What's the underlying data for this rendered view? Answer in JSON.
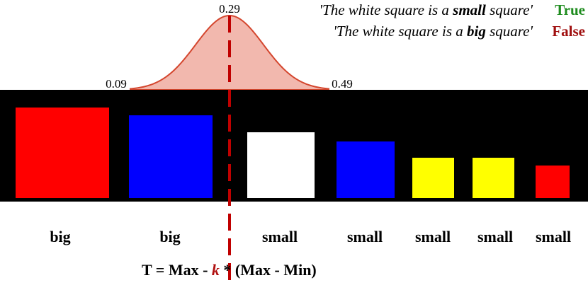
{
  "distribution": {
    "peak_label": "0.29",
    "left_label": "0.09",
    "right_label": "0.49",
    "fill_color": "#f2b8ae",
    "stroke_color": "#d4462e"
  },
  "statements": [
    {
      "prefix": "'The white square is a ",
      "emph": "small",
      "suffix": " square'",
      "verdict": "True",
      "verdict_color": "#1f8c1f"
    },
    {
      "prefix": "'The white square is a ",
      "emph": "big",
      "suffix": " square'",
      "verdict": "False",
      "verdict_color": "#a01010"
    }
  ],
  "threshold_color": "#c00000",
  "squares": [
    {
      "color": "#ff0000",
      "label": "big"
    },
    {
      "color": "#0000ff",
      "label": "big"
    },
    {
      "color": "#ffffff",
      "label": "small"
    },
    {
      "color": "#0000ff",
      "label": "small"
    },
    {
      "color": "#ffff00",
      "label": "small"
    },
    {
      "color": "#ffff00",
      "label": "small"
    },
    {
      "color": "#ff0000",
      "label": "small"
    }
  ],
  "formula": {
    "before": "T = Max - ",
    "k": "k",
    "after": " * (Max - Min)"
  }
}
